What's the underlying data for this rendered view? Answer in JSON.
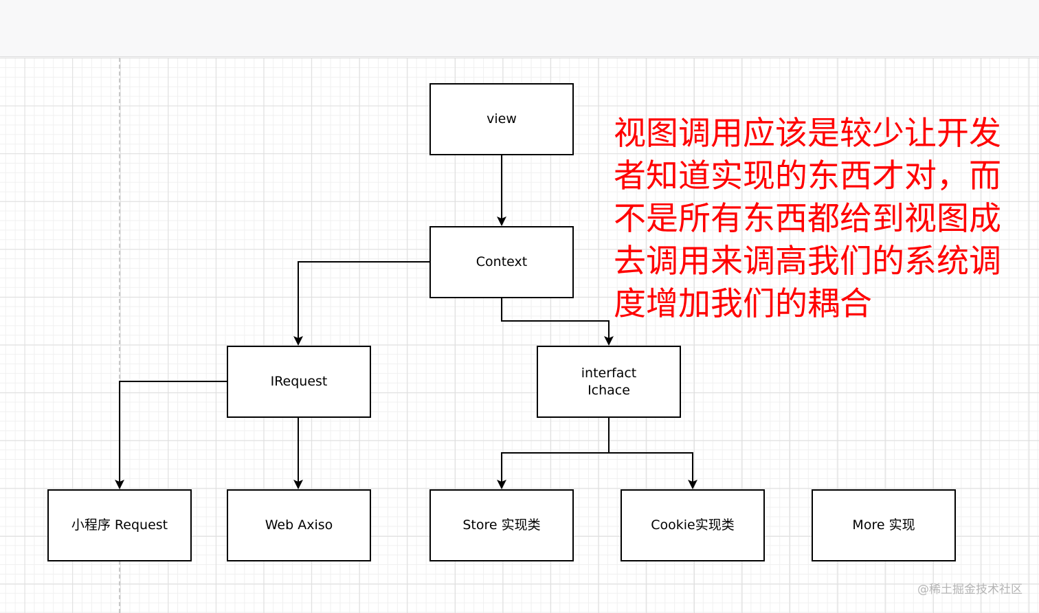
{
  "nodes": {
    "view": "view",
    "context": "Context",
    "irequest": "IRequest",
    "ichace_line1": "interfact",
    "ichace_line2": "Ichace",
    "mini_program": "小程序 Request",
    "web_axiso": "Web Axiso",
    "store": "Store 实现类",
    "cookie": "Cookie实现类",
    "more": "More 实现"
  },
  "note": "视图调用应该是较少让开发者知道实现的东西才对，而不是所有东西都给到视图成去调用来调高我们的系统调度增加我们的耦合",
  "watermark": "@稀土掘金技术社区",
  "colors": {
    "note": "#ff0000",
    "stroke": "#000000",
    "grid": "#dedede"
  }
}
